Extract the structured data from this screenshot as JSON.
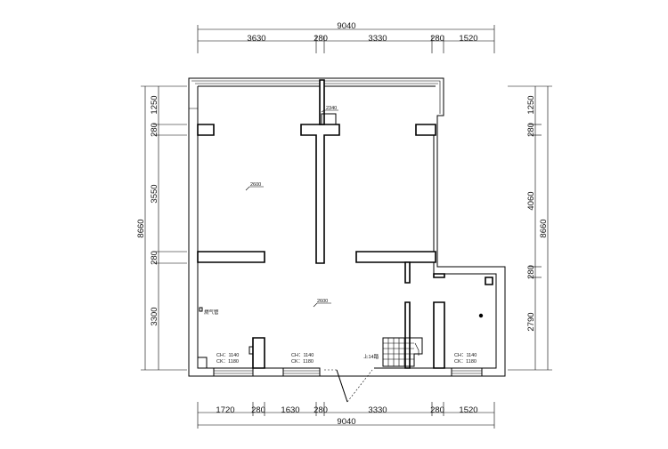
{
  "top_dims": {
    "total": "9040",
    "segments": [
      "3630",
      "280",
      "3330",
      "280",
      "1520"
    ]
  },
  "bottom_dims": {
    "total": "9040",
    "segments": [
      "1720",
      "280",
      "1630",
      "280",
      "3330",
      "280",
      "1520"
    ]
  },
  "left_dims": {
    "total": "8660",
    "segments": [
      "1250",
      "280",
      "3550",
      "280",
      "3300"
    ]
  },
  "right_dims": {
    "total": "8660",
    "segments": [
      "1250",
      "280",
      "4060",
      "280",
      "2790"
    ]
  },
  "labels": {
    "ceiling_main": "2600",
    "ceiling_lower": "2600",
    "ceiling_small": "2340",
    "gas_pipe": "燃气管",
    "stair_note": "上14踏",
    "window_1_h": "CH：1140",
    "window_1_w": "CK：1180",
    "window_2_h": "CH：1140",
    "window_2_w": "CK：1180",
    "window_3_h": "CH：1140",
    "window_3_w": "CK：1180"
  }
}
